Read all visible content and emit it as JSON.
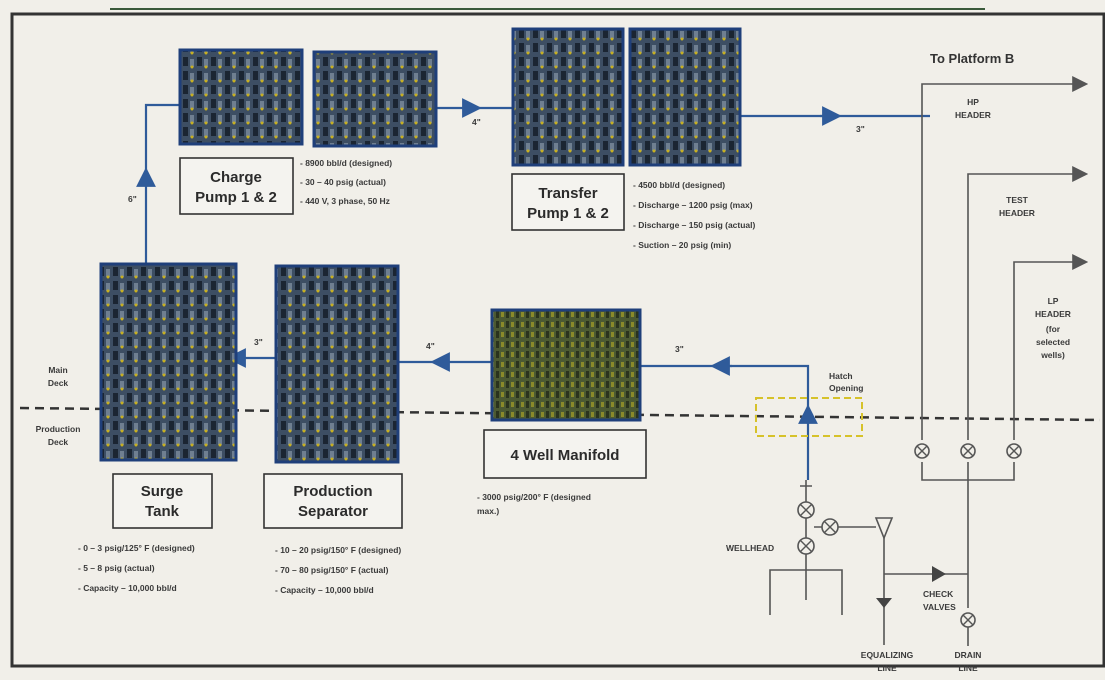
{
  "header": {
    "to_platform": "To Platform B"
  },
  "headers": {
    "hp": [
      "HP",
      "HEADER"
    ],
    "test": [
      "TEST",
      "HEADER"
    ],
    "lp": [
      "LP",
      "HEADER",
      "(for",
      "selected",
      "wells)"
    ]
  },
  "equipment": {
    "charge_pump": {
      "title": [
        "Charge",
        "Pump 1 & 2"
      ],
      "specs": [
        "- 8900 bbl/d (designed)",
        "- 30 – 40 psig (actual)",
        "- 440 V, 3 phase, 50 Hz"
      ]
    },
    "transfer_pump": {
      "title": [
        "Transfer",
        "Pump 1 & 2"
      ],
      "specs": [
        "- 4500 bbl/d (designed)",
        "- Discharge – 1200 psig (max)",
        "- Discharge – 150 psig (actual)",
        "- Suction – 20 psig (min)"
      ]
    },
    "surge_tank": {
      "title": [
        "Surge",
        "Tank"
      ],
      "specs": [
        "- 0 – 3 psig/125° F (designed)",
        "- 5 – 8 psig (actual)",
        "- Capacity – 10,000 bbl/d"
      ]
    },
    "production_separator": {
      "title": [
        "Production",
        "Separator"
      ],
      "specs": [
        "- 10 – 20 psig/150° F (designed)",
        "- 70 – 80 psig/150° F (actual)",
        "- Capacity – 10,000 bbl/d"
      ]
    },
    "manifold": {
      "title": "4 Well Manifold",
      "specs": [
        "- 3000 psig/200° F (designed",
        "max.)"
      ]
    }
  },
  "pipe_sizes": {
    "charge_to_transfer": "4\"",
    "transfer_out": "3\"",
    "surge_up": "6\"",
    "sep_to_surge": "3\"",
    "manifold_to_sep": "4\"",
    "wellhead_to_manifold": "3\""
  },
  "deck_labels": {
    "main": [
      "Main",
      "Deck"
    ],
    "production": [
      "Production",
      "Deck"
    ]
  },
  "misc_labels": {
    "hatch": [
      "Hatch",
      "Opening"
    ],
    "wellhead": "WELLHEAD",
    "check_valves": [
      "CHECK",
      "VALVES"
    ],
    "equalizing_line": [
      "EQUALIZING",
      "LINE"
    ],
    "drain_line": [
      "DRAIN",
      "LINE"
    ]
  }
}
